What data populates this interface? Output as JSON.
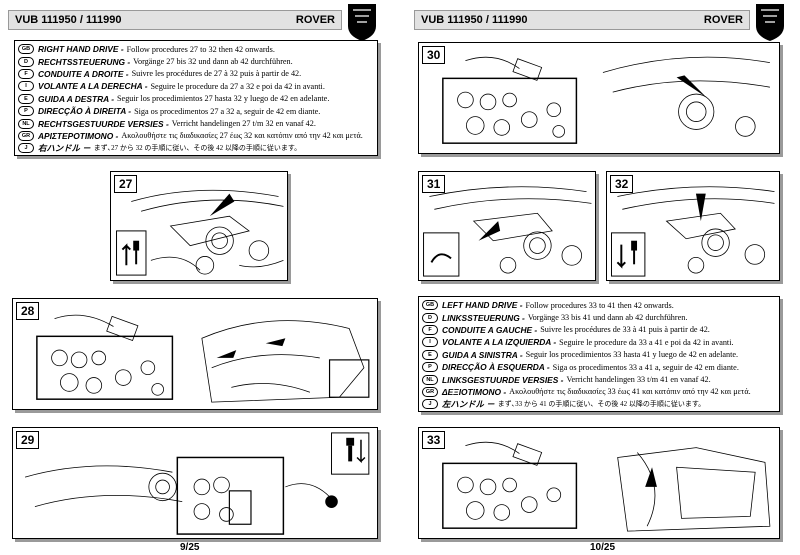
{
  "left_page": {
    "model": "VUB 111950 / 111990",
    "brand": "ROVER",
    "page_number": "9/25",
    "instructions": [
      {
        "code": "GB",
        "heading": "RIGHT HAND DRIVE -",
        "text": "Follow procedures 27 to 32 then 42 onwards."
      },
      {
        "code": "D",
        "heading": "RECHTSSTEUERUNG -",
        "text": "Vorgänge 27 bis 32 und dann ab 42 durchführen."
      },
      {
        "code": "F",
        "heading": "CONDUITE A DROITE -",
        "text": "Suivre les procédures de 27 à 32 puis à partir de 42."
      },
      {
        "code": "I",
        "heading": "VOLANTE A LA DERECHA -",
        "text": "Seguire le procedure da 27 a 32 e poi da 42 in avanti."
      },
      {
        "code": "E",
        "heading": "GUIDA A DESTRA -",
        "text": "Seguir los procedimientos 27 hasta 32 y luego de 42 en adelante."
      },
      {
        "code": "P",
        "heading": "DIRECÇÃO À DIREITA -",
        "text": "Siga os procedimentos 27 a 32 a, seguir de 42 em diante."
      },
      {
        "code": "NL",
        "heading": "RECHTSGESTUURDE VERSIES -",
        "text": "Verricht handelingen 27 t/m 32 en vanaf 42."
      },
      {
        "code": "GR",
        "heading": "ΑΡΙΣΤΕΡΟΤΙΜΟΝΟ -",
        "text": "Ακολουθήστε τις διαδικασίες 27 έως 32 και κατόπιν από την 42 και μετά."
      },
      {
        "code": "J",
        "heading": "右ハンドル －",
        "text": "まず､27 から 32 の手順に従い、その後 42 以降の手順に従います。"
      }
    ],
    "figures": [
      "27",
      "28",
      "29"
    ]
  },
  "right_page": {
    "model": "VUB 111950 / 111990",
    "brand": "ROVER",
    "page_number": "10/25",
    "instructions": [
      {
        "code": "GB",
        "heading": "LEFT HAND DRIVE -",
        "text": "Follow procedures 33 to 41 then 42 onwards."
      },
      {
        "code": "D",
        "heading": "LINKSSTEUERUNG -",
        "text": "Vorgänge 33 bis 41 und dann ab 42 durchführen."
      },
      {
        "code": "F",
        "heading": "CONDUITE A GAUCHE -",
        "text": "Suivre les procédures de 33 à 41 puis à partir de 42."
      },
      {
        "code": "I",
        "heading": "VOLANTE A LA IZQUIERDA -",
        "text": "Seguire le procedure da 33 a 41 e poi da 42 in avanti."
      },
      {
        "code": "E",
        "heading": "GUIDA A SINISTRA -",
        "text": "Seguir los procedimientos 33 hasta 41 y luego de 42 en adelante."
      },
      {
        "code": "P",
        "heading": "DIRECÇÃO À ESQUERDA -",
        "text": "Siga os procedimentos 33 a 41 a, seguir de 42 em diante."
      },
      {
        "code": "NL",
        "heading": "LINKSGESTUURDE VERSIES -",
        "text": "Verricht handelingen 33 t/m 41 en vanaf 42."
      },
      {
        "code": "GR",
        "heading": "ΔΕΞΙΟΤΙΜΟΝΟ -",
        "text": "Ακολουθήστε τις διαδικασίες 33 έως 41 και κατόπιν από την 42 και μετά."
      },
      {
        "code": "J",
        "heading": "左ハンドル －",
        "text": "まず､33 から 41 の手順に従い、その後 42 以降の手順に従います。"
      }
    ],
    "figures": [
      "30",
      "31",
      "32",
      "33"
    ]
  },
  "colors": {
    "header_bg": "#e2e2e2",
    "shadow": "#9a9a9a",
    "logo": "#000000"
  }
}
